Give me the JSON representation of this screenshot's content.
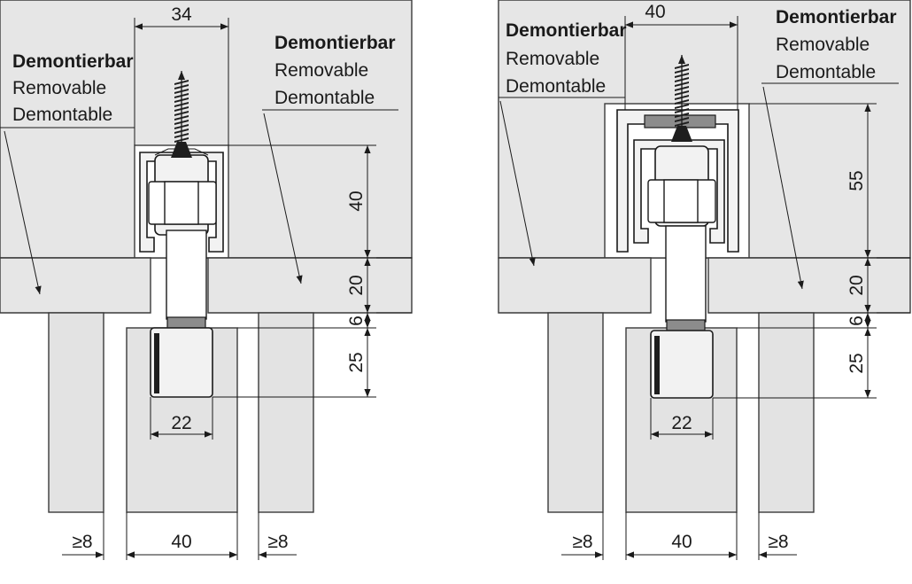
{
  "figures": [
    {
      "id": "left",
      "labels": {
        "left": [
          "Demontierbar",
          "Removable",
          "Demontable"
        ],
        "right": [
          "Demontierbar",
          "Removable",
          "Demontable"
        ]
      },
      "dims": {
        "top_width": "34",
        "housing_height": "40",
        "board": "20",
        "gap": "6",
        "guide_height": "25",
        "guide_width": "22",
        "clearance_left": "≥8",
        "door_width": "40",
        "clearance_right": "≥8"
      }
    },
    {
      "id": "right",
      "labels": {
        "left": [
          "Demontierbar",
          "Removable",
          "Demontable"
        ],
        "right": [
          "Demontierbar",
          "Removable",
          "Demontable"
        ]
      },
      "dims": {
        "top_width": "40",
        "housing_height": "55",
        "board": "20",
        "gap": "6",
        "guide_height": "25",
        "guide_width": "22",
        "clearance_left": "≥8",
        "door_width": "40",
        "clearance_right": "≥8"
      }
    }
  ],
  "colors": {
    "wood": "#e6e6e6",
    "line": "#1a1a1a",
    "background": "#ffffff"
  }
}
